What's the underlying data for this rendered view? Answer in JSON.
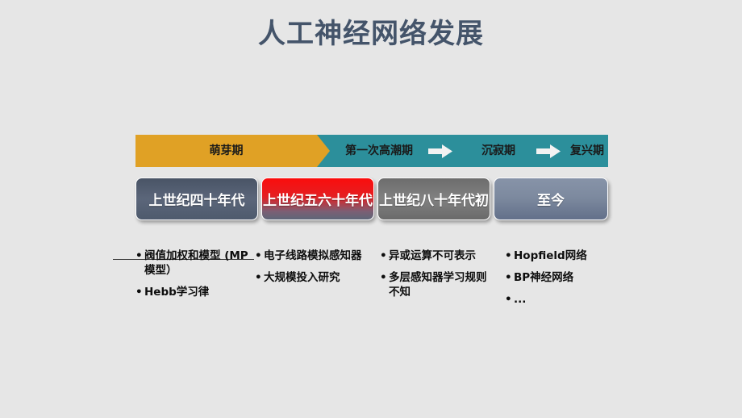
{
  "slide": {
    "title": "人工神经网络发展",
    "background_color": "#e6e6e6",
    "title_color": "#44546a"
  },
  "timeline": {
    "colors": {
      "stage_1": "#e0a125",
      "stages_2_4": "#2c8f9b",
      "arrow": "#ffffff"
    },
    "stages": [
      {
        "label": "萌芽期"
      },
      {
        "label": "第一次高潮期"
      },
      {
        "label": "沉寂期"
      },
      {
        "label": "复兴期"
      }
    ],
    "arrows": [
      {
        "name": "arrow-right-icon"
      },
      {
        "name": "arrow-right-icon"
      }
    ]
  },
  "era_boxes": [
    {
      "label": "上世纪四十年代",
      "color": "#5b667a"
    },
    {
      "label": "上世纪五六十年代",
      "color": "#e41f22"
    },
    {
      "label": "上世纪八十年代初",
      "color": "#818181"
    },
    {
      "label": "至今",
      "color": "#7d8a9f"
    }
  ],
  "detail_columns": [
    {
      "items": [
        "阀值加权和模型 (MP模型）",
        "Hebb学习律"
      ]
    },
    {
      "items": [
        "电子线路模拟感知器",
        "大规模投入研究"
      ]
    },
    {
      "items": [
        "异或运算不可表示",
        "多层感知器学习规则不知"
      ]
    },
    {
      "items": [
        "Hopfield网络",
        "BP神经网络",
        "..."
      ]
    }
  ]
}
